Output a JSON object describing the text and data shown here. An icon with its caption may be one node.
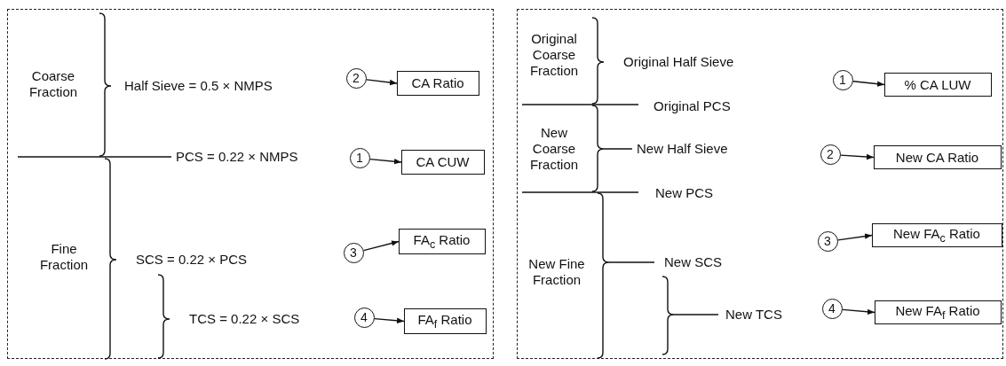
{
  "diagram": {
    "nodes": [
      {
        "text": [],
        "shape": "box"
      },
      {
        "text": [
          "2"
        ],
        "in": 0
      },
      {
        "text": [
          "CA Ratio"
        ],
        "in": 0
      },
      {
        "text": [
          "1"
        ],
        "in": 0
      },
      {
        "text": [
          "CA CUW"
        ],
        "in": 0
      },
      {
        "text": [
          "3"
        ],
        "in": 0
      },
      {
        "text": [
          "FA$_{c}$ Ratio"
        ],
        "in": 0
      },
      {
        "text": [
          "4"
        ],
        "in": 0
      },
      {
        "text": [
          "FA$_{f}$ Ratio"
        ],
        "in": 0
      },
      {
        "text": [],
        "shape": "box"
      },
      {
        "text": [
          "1"
        ],
        "in": 9
      },
      {
        "text": [
          "% CA LUW"
        ],
        "in": 9
      },
      {
        "text": [
          "2"
        ],
        "in": 9
      },
      {
        "text": [
          "New CA Ratio"
        ],
        "in": 9
      },
      {
        "text": [
          "3"
        ],
        "in": 9
      },
      {
        "text": [
          "New FA$_{c}$ Ratio"
        ],
        "in": 9
      },
      {
        "text": [
          "4"
        ],
        "in": 9
      },
      {
        "text": [
          "New FA$_{f}$ Ratio"
        ],
        "in": 9
      }
    ],
    "edges": [
      {
        "from": 1,
        "to": 2,
        "arrow": "to"
      },
      {
        "from": 3,
        "to": 4,
        "arrow": "to"
      },
      {
        "from": 5,
        "to": 6,
        "arrow": "to"
      },
      {
        "from": 7,
        "to": 8,
        "arrow": "to"
      },
      {
        "from": 10,
        "to": 11,
        "arrow": "to"
      },
      {
        "from": 12,
        "to": 13,
        "arrow": "to"
      },
      {
        "from": 14,
        "to": 15,
        "arrow": "to"
      },
      {
        "from": 16,
        "to": 17,
        "arrow": "to"
      }
    ],
    "labels": [
      "Coarse Fraction",
      "Half Sieve = 0.5 × NMPS",
      "PCS = 0.22 × NMPS",
      "Fine Fraction",
      "SCS = 0.22 × PCS",
      "TCS = 0.22 × SCS",
      "Original Coarse Fraction",
      "Original Half Sieve",
      "Original PCS",
      "New Coarse Fraction",
      "New Half Sieve",
      "New PCS",
      "New Fine Fraction",
      "New SCS",
      "New TCS"
    ]
  }
}
